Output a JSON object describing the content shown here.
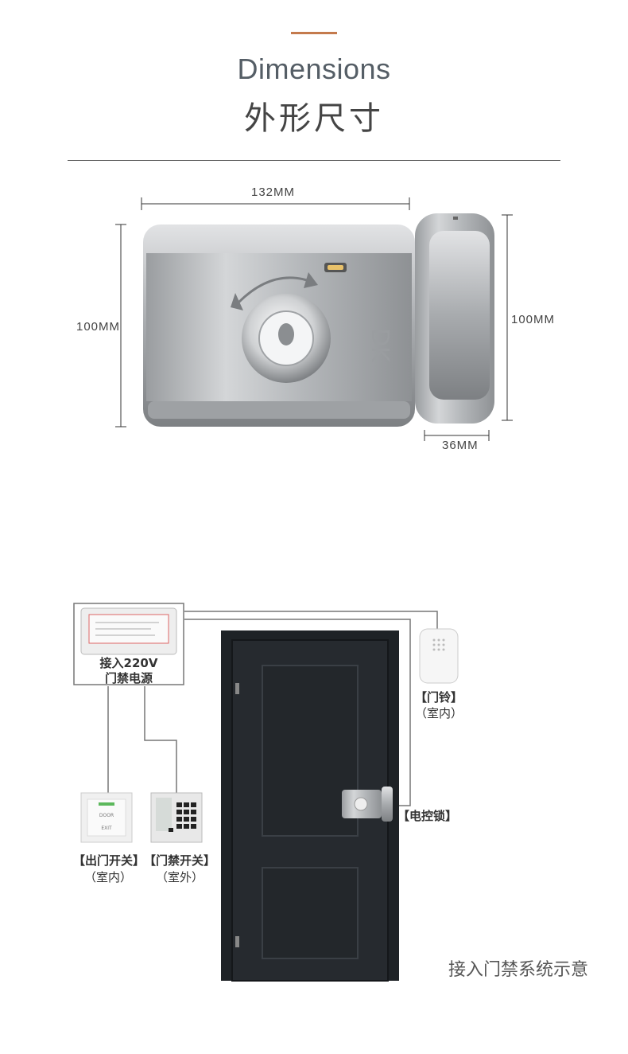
{
  "header": {
    "title_en": "Dimensions",
    "title_cn": "外形尺寸"
  },
  "dimensions": {
    "width_label": "132MM",
    "height_left_label": "100MM",
    "height_right_label": "100MM",
    "depth_label": "36MM",
    "lock_brand_mark": "DK"
  },
  "wiring": {
    "power_supply_line1": "接入220V",
    "power_supply_line2": "门禁电源",
    "doorbell_label": "【门铃】",
    "doorbell_location": "（室内）",
    "lock_label": "【电控锁】",
    "exit_switch_label": "【出门开关】",
    "exit_switch_location": "（室内）",
    "keypad_label": "【门禁开关】",
    "keypad_location": "（室外）",
    "exit_button_text_top": "DOOR",
    "exit_button_text_bottom": "EXIT"
  },
  "caption": "接入门禁系统示意",
  "colors": {
    "accent": "#c47a4d",
    "door": "#1e2226",
    "steel": "#b9bcbf"
  }
}
